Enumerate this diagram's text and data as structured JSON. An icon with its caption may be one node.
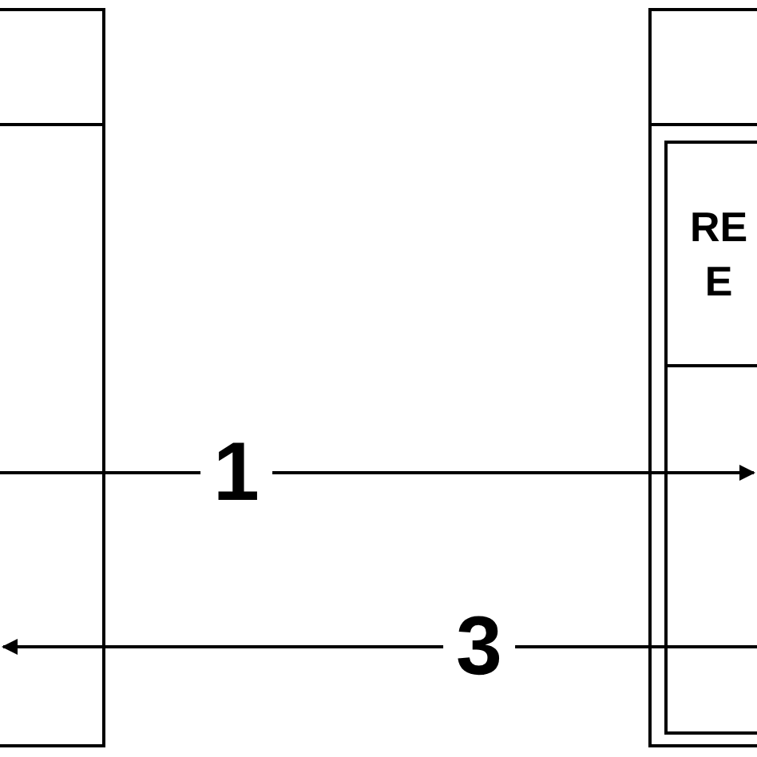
{
  "diagram": {
    "nodes": [
      {
        "text": [],
        "shape": "box"
      },
      {
        "text": [],
        "shape": "box"
      },
      {
        "text": [
          "RE E"
        ],
        "in": 1
      }
    ],
    "edges": [
      {
        "from": 0,
        "to": 2,
        "arrow": "to",
        "label": "1"
      },
      {
        "from": 2,
        "to": 0,
        "arrow": "to",
        "label": "3"
      }
    ]
  }
}
